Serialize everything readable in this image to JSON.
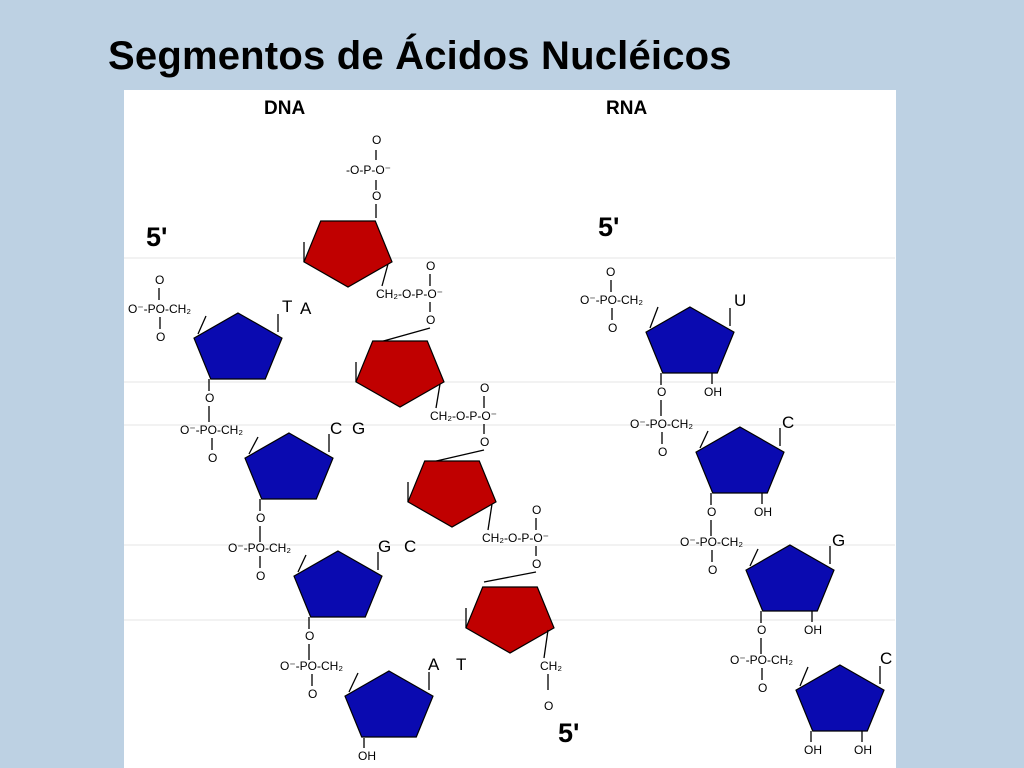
{
  "slide": {
    "title": "Segmentos de Ácidos Nucléicos"
  },
  "colors": {
    "background": "#bdd1e3",
    "panel": "#ffffff",
    "deoxy_sugar_strand_a": "#0a0ab0",
    "deoxy_sugar_strand_b": "#c00000",
    "ribose_sugar": "#0a0ab0"
  },
  "dna": {
    "header": "DNA",
    "five_prime_top": "5'",
    "five_prime_bottom": "5'",
    "left_strand_bases": [
      "T",
      "C",
      "G",
      "A"
    ],
    "right_strand_bases": [
      "A",
      "G",
      "C",
      "T"
    ],
    "phosphate": {
      "o": "O",
      "o_minus": "O⁻",
      "p": "P",
      "ch2": "CH₂",
      "po": "PO",
      "oh": "OH"
    }
  },
  "rna": {
    "header": "RNA",
    "five_prime": "5'",
    "bases": [
      "U",
      "C",
      "G",
      "C"
    ],
    "oh": "OH"
  }
}
